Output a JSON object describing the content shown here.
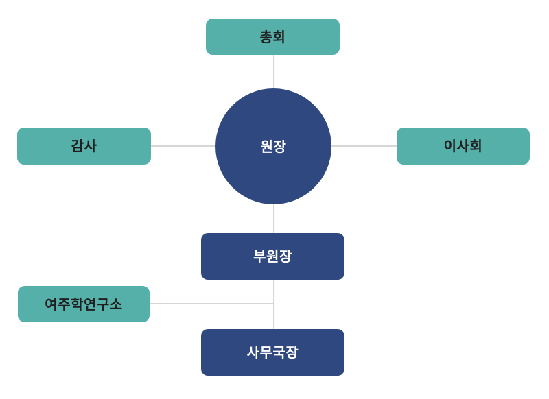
{
  "nodes": {
    "general_assembly": "총회",
    "auditor": "감사",
    "director": "원장",
    "board": "이사회",
    "vice_director": "부원장",
    "research_institute": "여주학연구소",
    "secretary_general": "사무국장"
  },
  "colors": {
    "teal": "#56b0aa",
    "navy": "#2f4880",
    "line": "#c8c8c8"
  }
}
